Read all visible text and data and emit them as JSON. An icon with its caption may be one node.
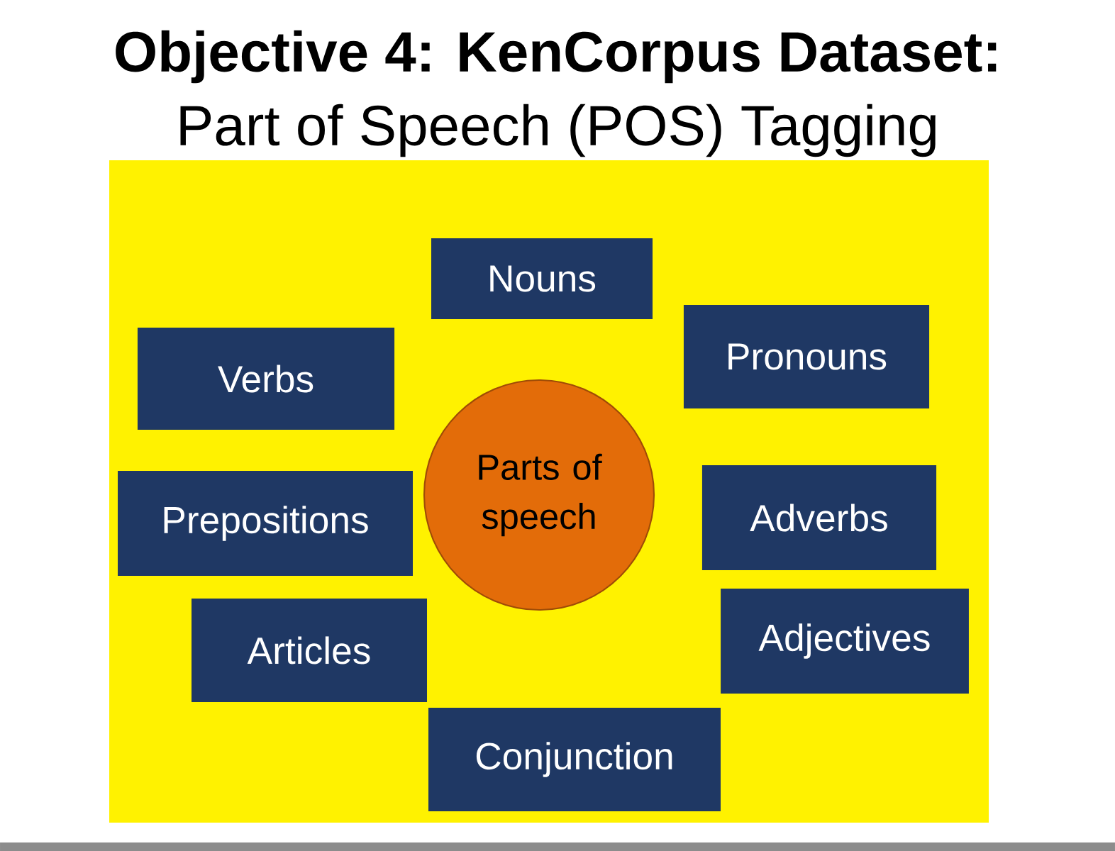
{
  "diagram": {
    "title": "Objective 4: KenCorpus Dataset:",
    "nodes": [
      {
        "text": [
          "Nouns"
        ]
      },
      {
        "text": [
          "Pronouns"
        ]
      },
      {
        "text": [
          "Verbs"
        ]
      },
      {
        "text": [
          "Parts of speech"
        ]
      },
      {
        "text": [
          "Adverbs"
        ]
      },
      {
        "text": [
          "Prepositions"
        ]
      },
      {
        "text": [
          "Articles"
        ]
      },
      {
        "text": [
          "Adjectives"
        ]
      },
      {
        "text": [
          "Conjunction"
        ]
      }
    ],
    "labels": [
      "Part of Speech (POS) Tagging"
    ]
  }
}
